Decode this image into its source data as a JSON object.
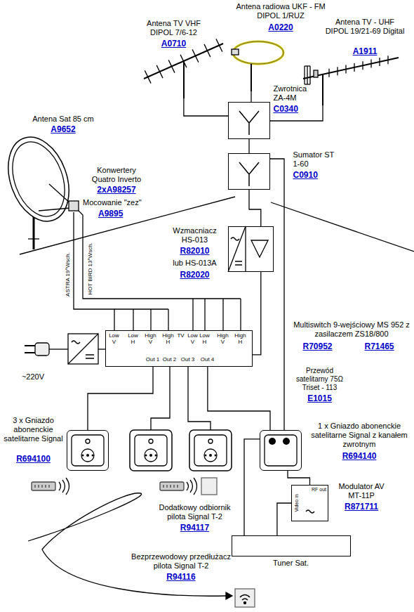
{
  "diagram": {
    "nodes": [
      {
        "text": [
          "Antena TV VHF DIPOL 7/6-12",
          "A0710"
        ]
      },
      {
        "text": [
          "Antena radiowa UKF - FM DIPOL 1/RUZ",
          "A0220"
        ]
      },
      {
        "text": [
          "Antena TV - UHF DIPOL 19/21-69 Digital",
          "A1911"
        ]
      },
      {
        "text": [
          "Zwrotnica ZA-4M",
          "C0340"
        ]
      },
      {
        "text": [
          "Sumator ST 1-60",
          "C0910"
        ]
      },
      {
        "text": [
          "Wzmacniacz HS-013",
          "R82010",
          "lub HS-013A",
          "R82020"
        ]
      },
      {
        "text": [
          "Antena Sat 85 cm",
          "A9652"
        ]
      },
      {
        "text": [
          "Multiswitch 9-wejściowy MS 952 z zasilaczem ZS18/800",
          "R70952",
          "R71465",
          "Low V",
          "Low H",
          "High V",
          "High H",
          "TV",
          "Low V",
          "Low H",
          "High V",
          "High H",
          "Out 1",
          "Out 2",
          "Out 3",
          "Out 4"
        ]
      },
      {
        "text": [
          "3 x Gniazdo abonenckie satelitarne Signal",
          "R694100"
        ]
      },
      {
        "text": [
          "1 x Gniazdo abonenckie satelitarne Signal z kanałem zwrotnym",
          "R694140"
        ]
      },
      {
        "text": [
          "Modulator AV MT-11P",
          "R871711",
          "Video in",
          "RF out"
        ]
      },
      {
        "text": [
          "Tuner Sat."
        ]
      }
    ],
    "edges": [
      {
        "from": 0,
        "to": 3,
        "arrow": "none"
      },
      {
        "from": 1,
        "to": 3,
        "arrow": "none"
      },
      {
        "from": 2,
        "to": 3,
        "arrow": "none"
      },
      {
        "from": 3,
        "to": 4,
        "arrow": "none"
      },
      {
        "from": 4,
        "to": 5,
        "arrow": "none"
      },
      {
        "from": 5,
        "to": 7,
        "arrow": "none"
      },
      {
        "from": 6,
        "to": 7,
        "arrow": "none"
      },
      {
        "from": 7,
        "to": 8,
        "arrow": "none"
      },
      {
        "from": 7,
        "to": 9,
        "arrow": "none"
      },
      {
        "from": 4,
        "to": 9,
        "arrow": "none"
      },
      {
        "from": 9,
        "to": 11,
        "arrow": "none"
      },
      {
        "from": 10,
        "to": 9,
        "arrow": "none"
      },
      {
        "from": 11,
        "to": 10,
        "arrow": "none"
      }
    ],
    "labels": [
      "Konwertery Quatro Inverto",
      "2xA98257",
      "Mocowanie \"zez\"",
      "A9895",
      "ASTRA 19°Wsch.",
      "HOT BIRD 13°Wsch.",
      "~220V",
      "Przewód satelitarny 75Ω Triset - 113",
      "E1015",
      "Dodatkowy odbiornik pilota Signal T-2",
      "R94117",
      "Bezprzewodowy przedłużacz pilota Signal T-2",
      "R94116"
    ]
  }
}
